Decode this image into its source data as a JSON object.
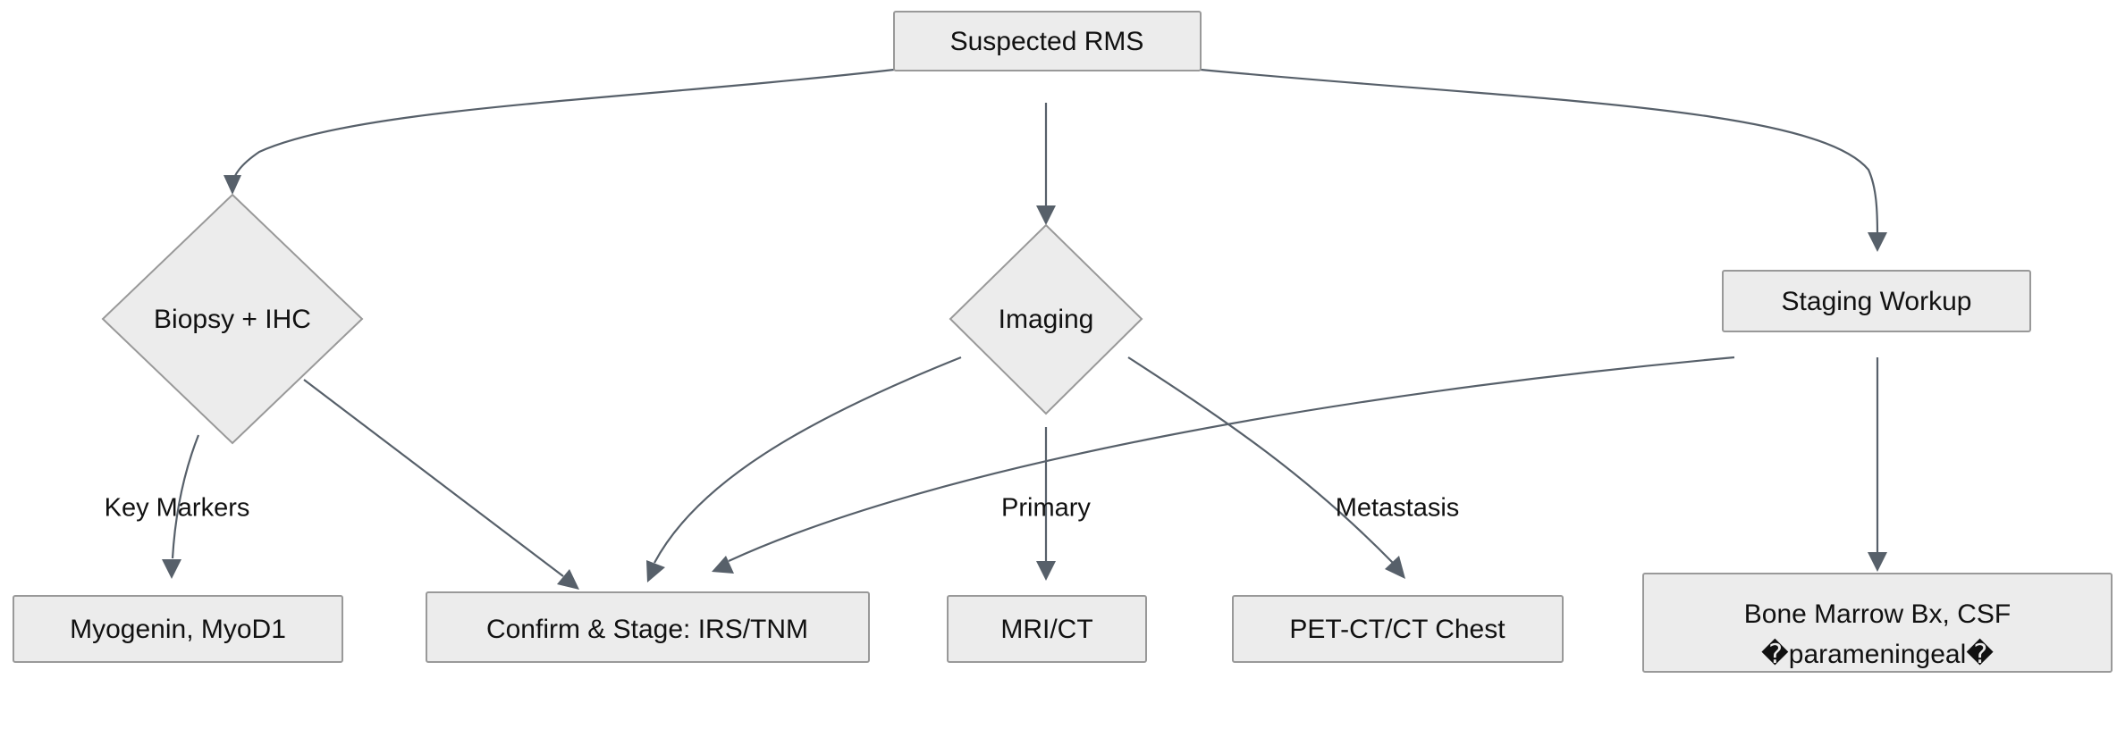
{
  "diagram": {
    "type": "flowchart",
    "orientation": "top-down",
    "title": "Suspected RMS diagnostic workup flowchart",
    "nodes": {
      "suspected_rms": {
        "label": "Suspected RMS",
        "shape": "rect"
      },
      "biopsy": {
        "label": "Biopsy + IHC",
        "shape": "diamond"
      },
      "imaging": {
        "label": "Imaging",
        "shape": "diamond"
      },
      "staging": {
        "label": "Staging Workup",
        "shape": "rect"
      },
      "markers": {
        "label": "Myogenin, MyoD1",
        "shape": "rect"
      },
      "confirm": {
        "label": "Confirm & Stage: IRS/TNM",
        "shape": "rect"
      },
      "mrict": {
        "label": "MRI/CT",
        "shape": "rect"
      },
      "petct": {
        "label": "PET-CT/CT Chest",
        "shape": "rect"
      },
      "bonemarrow": {
        "label_line1": "Bone Marrow Bx, CSF",
        "label_line2": "�parameningeal�",
        "shape": "rect"
      }
    },
    "edge_labels": {
      "key_markers": "Key Markers",
      "primary": "Primary",
      "metastasis": "Metastasis"
    },
    "colors": {
      "node_fill": "#ececec",
      "node_stroke": "#999999",
      "edge_stroke": "#57606a",
      "text": "#111111",
      "background": "#ffffff"
    }
  }
}
